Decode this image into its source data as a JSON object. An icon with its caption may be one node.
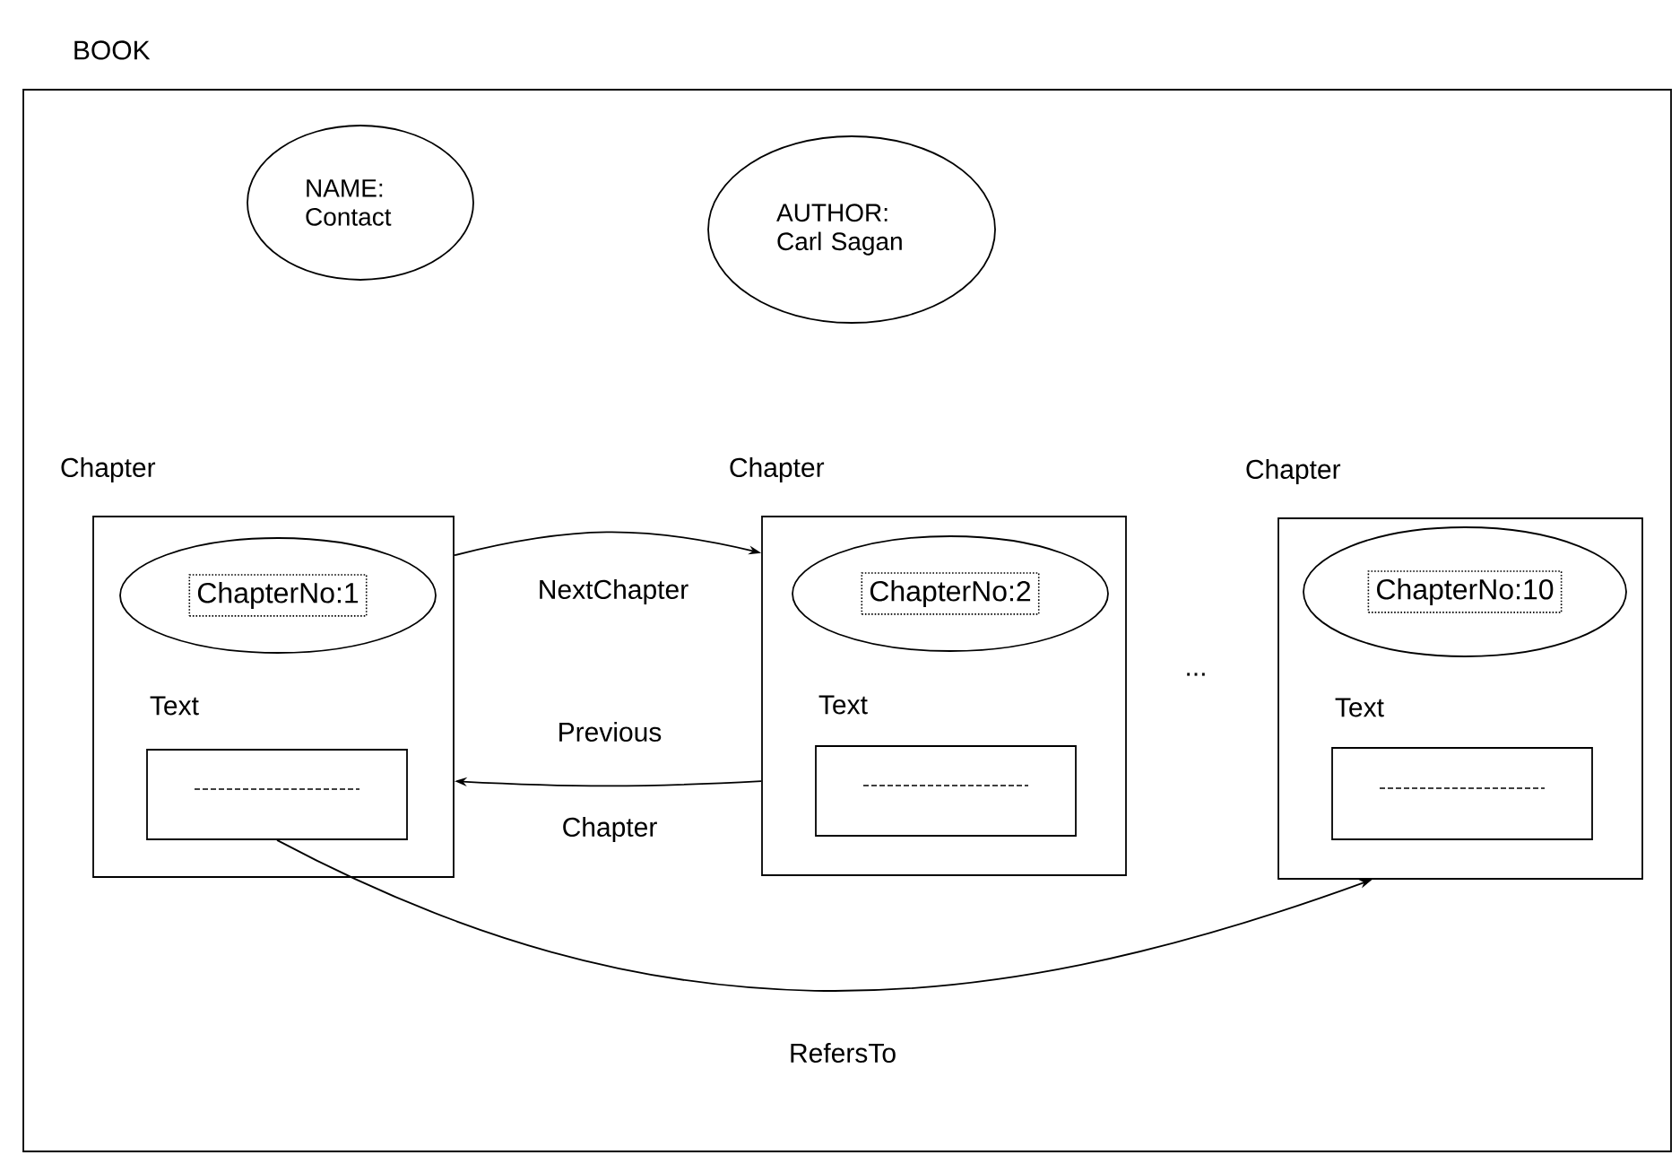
{
  "diagram": {
    "nodes": [
      {
        "text": [
          "BOOK"
        ]
      },
      {
        "text": [
          "NAME: Contact"
        ],
        "in": 0
      },
      {
        "text": [
          "AUTHOR: Carl Sagan"
        ],
        "in": 0
      },
      {
        "text": [
          "Chapter",
          "Text"
        ],
        "in": 0
      },
      {
        "text": [
          "ChapterNo:1"
        ],
        "in": 3
      },
      {
        "text": [],
        "shape": "box",
        "in": 3
      },
      {
        "text": [
          "Chapter",
          "Text"
        ],
        "in": 0
      },
      {
        "text": [
          "ChapterNo:2"
        ],
        "in": 6
      },
      {
        "text": [],
        "shape": "box",
        "in": 6
      },
      {
        "text": [
          "Chapter",
          "Text"
        ],
        "in": 0
      },
      {
        "text": [
          "ChapterNo:10"
        ],
        "in": 9
      },
      {
        "text": [],
        "shape": "box",
        "in": 9
      }
    ],
    "edges": [
      {
        "from": 3,
        "to": 6,
        "arrow": "to",
        "label": "NextChapter"
      },
      {
        "from": 6,
        "to": 3,
        "arrow": "to",
        "label": "Previous Chapter"
      },
      {
        "from": 5,
        "to": 9,
        "arrow": "to",
        "label": "RefersTo"
      }
    ],
    "labels": [
      "..."
    ]
  }
}
